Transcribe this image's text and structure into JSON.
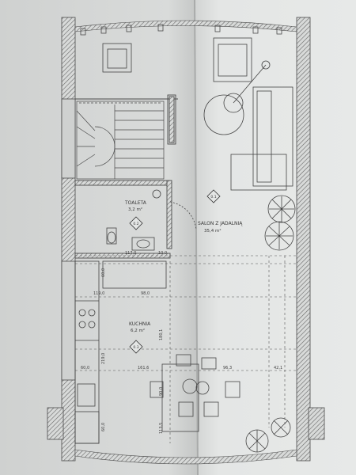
{
  "rooms": {
    "toilet": {
      "name": "TOALETA",
      "area": "3,2 m²",
      "code": "0.2"
    },
    "living": {
      "name": "SALON Z JADALNIĄ",
      "area": "35,4 m²",
      "code": "0.1"
    },
    "kitchen": {
      "name": "KUCHNIA",
      "area": "6,2 m²",
      "code": "0.3"
    }
  },
  "dimensions": {
    "d1": "117,0",
    "d2": "10,0",
    "d3": "119,0",
    "d4": "98,0",
    "d5": "60,0",
    "d6": "180,1",
    "d7": "219,0",
    "d8": "96,3",
    "d9": "42,1",
    "d10": "161,6",
    "d11": "60,0",
    "d12": "113,5",
    "d13": "60,0",
    "d14": "90,0"
  },
  "colors": {
    "paper_left": "#d6d8d7",
    "paper_right": "#e4e6e5",
    "wall_hatch": "#555555",
    "line": "#4a4a4a",
    "background": "#8f9192"
  }
}
